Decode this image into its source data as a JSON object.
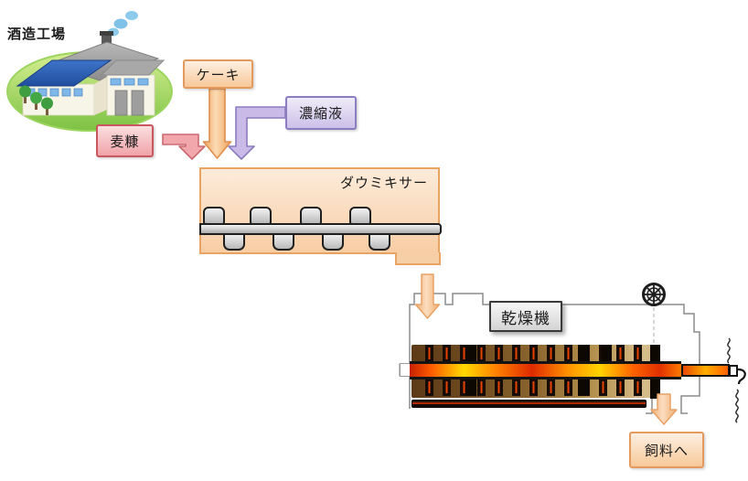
{
  "nodes": {
    "factory": {
      "label": "酒造工場"
    },
    "cake": {
      "label": "ケーキ"
    },
    "concentrate": {
      "label": "濃縮液"
    },
    "bran": {
      "label": "麦糠"
    },
    "mixer": {
      "label": "ダウミキサー"
    },
    "dryer": {
      "label": "乾燥機"
    },
    "feed": {
      "label": "飼料へ"
    }
  },
  "colors": {
    "cake_box_fill_top": "#FDEFE2",
    "cake_box_fill_bottom": "#F7C998",
    "cake_box_border": "#E39A5C",
    "concentrate_box_fill_top": "#F0ECF9",
    "concentrate_box_fill_bottom": "#CCC0E8",
    "concentrate_box_border": "#8C7CC0",
    "bran_box_fill_top": "#FBDFE0",
    "bran_box_fill_bottom": "#F0A3A9",
    "bran_box_border": "#C9575E",
    "mixer_fill": "#F7CDA4",
    "mixer_border": "#E8A465",
    "dryer_label_fill": "#D9D9D9",
    "dryer_label_border": "#3A3A3A",
    "feed_box_border": "#E39A5C",
    "arrow_orange": "#F5B377",
    "arrow_pink": "#F2A7AD",
    "arrow_purple": "#C4B5E4",
    "arrow_pale_orange": "#F7C392",
    "drum_brown_dark": "#5E3B18",
    "drum_brown_light": "#D6BB8A",
    "shaft_hot_red": "#E03000",
    "shaft_hot_yellow": "#FFD900",
    "housing_outline": "#8C8C8C",
    "factory_ground_green": "#7DC243",
    "factory_roof_blue": "#2F62B5"
  }
}
